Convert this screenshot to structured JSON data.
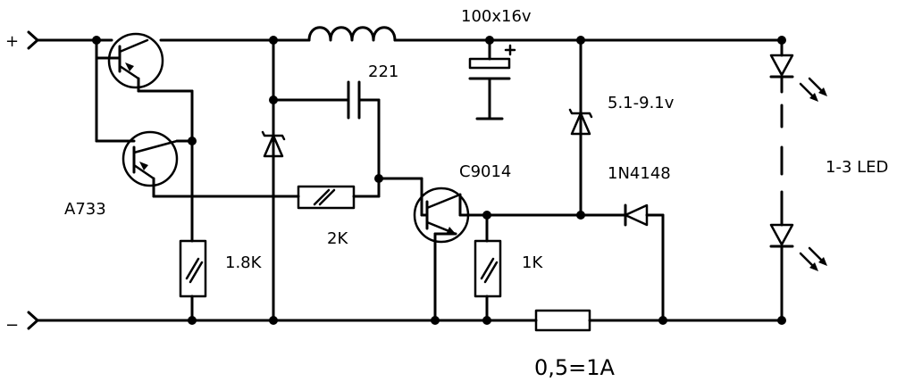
{
  "labels": {
    "plus": "+",
    "minus": "−",
    "pnp_transistor": "A733",
    "npn_transistor": "C9014",
    "capacitor_small": "221",
    "capacitor_electrolytic": "100x16v",
    "resistor_1": "1.8K",
    "resistor_2": "2K",
    "resistor_3": "1K",
    "resistor_sense": "0,5=1A",
    "zener": "5.1-9.1v",
    "diode": "1N4148",
    "led": "1-3 LED"
  }
}
